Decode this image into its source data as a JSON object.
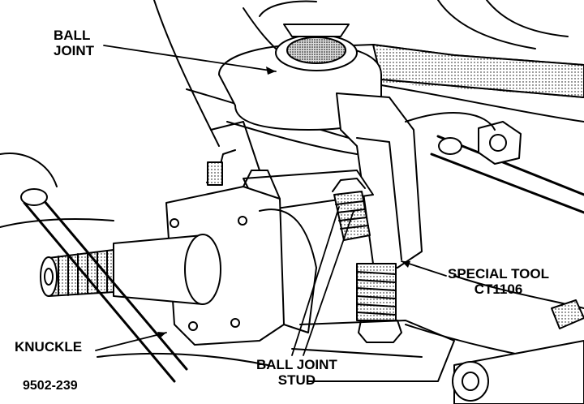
{
  "labels": {
    "ball_joint": [
      "BALL",
      "JOINT"
    ],
    "special_tool": [
      "SPECIAL TOOL",
      "CT1106"
    ],
    "knuckle": "KNUCKLE",
    "ball_joint_stud": [
      "BALL JOINT",
      "STUD"
    ],
    "figure_number": "9502-239"
  },
  "colors": {
    "ink": "#000000",
    "paper": "#ffffff",
    "shade": "#d9d9d9"
  }
}
